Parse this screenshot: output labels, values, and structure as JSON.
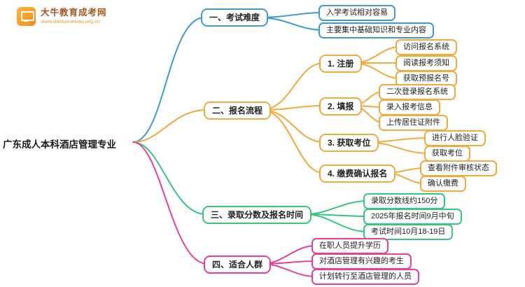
{
  "logo": {
    "title": "大牛教育成考网",
    "url": "www.daniuxuexiao.org.cn"
  },
  "center": {
    "label": "广东成人本科酒店管理专业"
  },
  "colors": {
    "branch_exam_difficulty": "#3d9ad6",
    "branch_signup_process": "#f3a93c",
    "branch_scores_dates": "#35c77d",
    "branch_suitable_people": "#ea3f92",
    "logo_orange": "#f08c1e"
  },
  "branches": [
    {
      "label": "一、考试难度",
      "color": "#3d9ad6",
      "children": [
        {
          "label": "入学考试相对容易"
        },
        {
          "label": "主要集中基础知识和专业内容"
        }
      ]
    },
    {
      "label": "二、报名流程",
      "color": "#f3a93c",
      "children": [
        {
          "label": "1. 注册",
          "children": [
            {
              "label": "访问报名系统"
            },
            {
              "label": "阅读报考须知"
            },
            {
              "label": "获取预报名号"
            }
          ]
        },
        {
          "label": "2. 填报",
          "children": [
            {
              "label": "二次登录报名系统"
            },
            {
              "label": "录入报考信息"
            },
            {
              "label": "上传居住证附件"
            }
          ]
        },
        {
          "label": "3. 获取考位",
          "children": [
            {
              "label": "进行人脸验证"
            },
            {
              "label": "获取考位"
            }
          ]
        },
        {
          "label": "4. 缴费确认报名",
          "children": [
            {
              "label": "查看附件审核状态"
            },
            {
              "label": "确认缴费"
            }
          ]
        }
      ]
    },
    {
      "label": "三、录取分数及报名时间",
      "color": "#35c77d",
      "children": [
        {
          "label": "录取分数线约150分"
        },
        {
          "label": "2025年报名时间9月中旬"
        },
        {
          "label": "考试时间10月18-19日"
        }
      ]
    },
    {
      "label": "四、适合人群",
      "color": "#ea3f92",
      "children": [
        {
          "label": "在职人员提升学历"
        },
        {
          "label": "对酒店管理有兴趣的考生"
        },
        {
          "label": "计划转行至酒店管理的人员"
        }
      ]
    }
  ]
}
